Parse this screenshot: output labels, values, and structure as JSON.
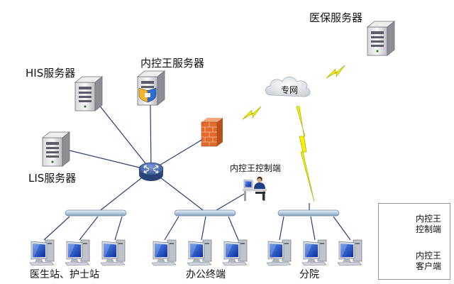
{
  "nodes": {
    "his_server": "HIS服务器",
    "nkw_server": "内控王服务器",
    "yibao_server": "医保服务器",
    "lis_server": "LIS服务器",
    "zhuanwang": "专网",
    "nkw_control": "内控王控制端"
  },
  "groups": {
    "doctor_nurse": "医生站、护士站",
    "office": "办公终端",
    "branch": "分院"
  },
  "legend": {
    "control_line1": "内控王",
    "control_line2": "控制端",
    "client_line1": "内控王",
    "client_line2": "客户端"
  },
  "colors": {
    "link_line": "#2a3f73",
    "lightning": "#f4f20a",
    "firewall": "#e46a2c",
    "router": "#3f5fa8",
    "monitor_screen": "#1d4bc0",
    "bus_bar": "#b9cfe4",
    "server_body": "#e8e8ea"
  }
}
